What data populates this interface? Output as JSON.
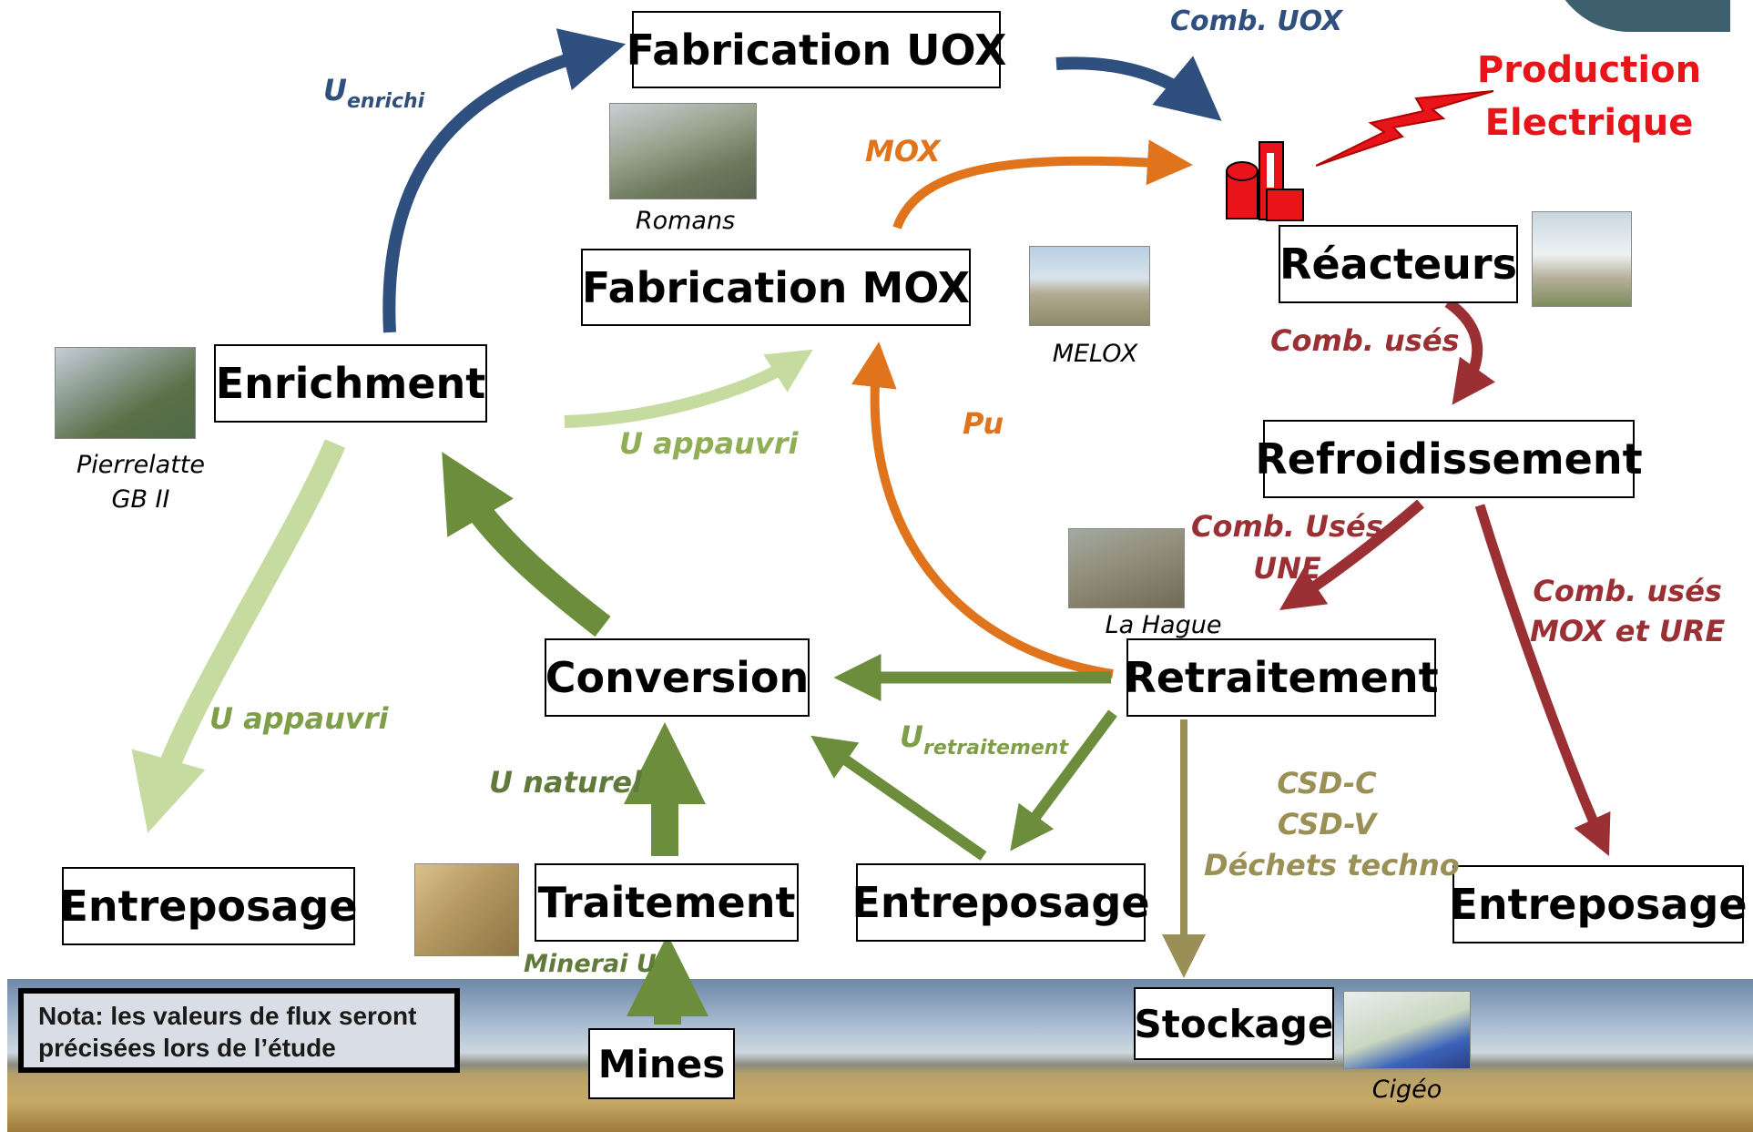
{
  "nodes": {
    "fabrication_uox": "Fabrication UOX",
    "fabrication_mox": "Fabrication MOX",
    "reacteurs": "Réacteurs",
    "enrichment": "Enrichment",
    "refroidissement": "Refroidissement",
    "conversion": "Conversion",
    "retraitement": "Retraitement",
    "entreposage_left": "Entreposage",
    "traitement": "Traitement",
    "entreposage_mid": "Entreposage",
    "entreposage_right": "Entreposage",
    "stockage": "Stockage",
    "mines": "Mines"
  },
  "production": [
    "Production",
    "Electrique"
  ],
  "flows": {
    "u_enrichi_main": "U",
    "u_enrichi_sub": "enrichi",
    "comb_uox": "Comb. UOX",
    "mox": "MOX",
    "comb_uses": "Comb. usés",
    "u_appauvri_mox": "U appauvri",
    "pu": "Pu",
    "comb_uses_une": [
      "Comb. Usés",
      "UNE"
    ],
    "comb_uses_mox_ure": [
      "Comb. usés",
      "MOX et URE"
    ],
    "u_appauvri_storage": "U appauvri",
    "u_retraitement_main": "U",
    "u_retraitement_sub": "retraitement",
    "u_naturel": "U naturel",
    "minerai_u": "Minerai U",
    "waste": [
      "CSD-C",
      "CSD-V",
      "Déchets techno"
    ]
  },
  "captions": {
    "romans": "Romans",
    "melox": "MELOX",
    "pierrelatte": [
      "Pierrelatte",
      "GB II"
    ],
    "la_hague": "La Hague",
    "cigeo": "Cigéo"
  },
  "nota": [
    "Nota: les valeurs de flux seront",
    "précisées lors de l’étude"
  ],
  "colors": {
    "blue": "#2f4f7e",
    "orange": "#e0741c",
    "dark_red": "#9a3034",
    "green": "#6c8e3c",
    "light_green": "#c6dba0",
    "olive": "#9a8f55",
    "production_red": "#e8141a"
  }
}
